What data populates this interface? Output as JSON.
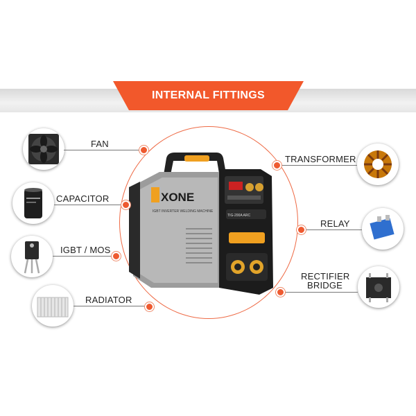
{
  "header": {
    "title": "INTERNAL FITTINGS"
  },
  "colors": {
    "accent": "#ee5a30",
    "banner": "#f2582b"
  },
  "machine": {
    "brand": "XONE",
    "subtitle": "IGBT INVERTER WELDING MACHINE",
    "model": "TIG-200A ARC"
  },
  "components": {
    "fan": {
      "label": "FAN",
      "icon": "fan-icon"
    },
    "capacitor": {
      "label": "CAPACITOR",
      "icon": "capacitor-icon"
    },
    "igbt": {
      "label": "IGBT / MOS",
      "icon": "igbt-icon"
    },
    "radiator": {
      "label": "RADIATOR",
      "icon": "radiator-icon"
    },
    "transformer": {
      "label": "TRANSFORMER",
      "icon": "transformer-icon"
    },
    "relay": {
      "label": "RELAY",
      "icon": "relay-icon"
    },
    "rectifier": {
      "label_line1": "RECTIFIER",
      "label_line2": "BRIDGE",
      "icon": "rectifier-bridge-icon"
    }
  }
}
